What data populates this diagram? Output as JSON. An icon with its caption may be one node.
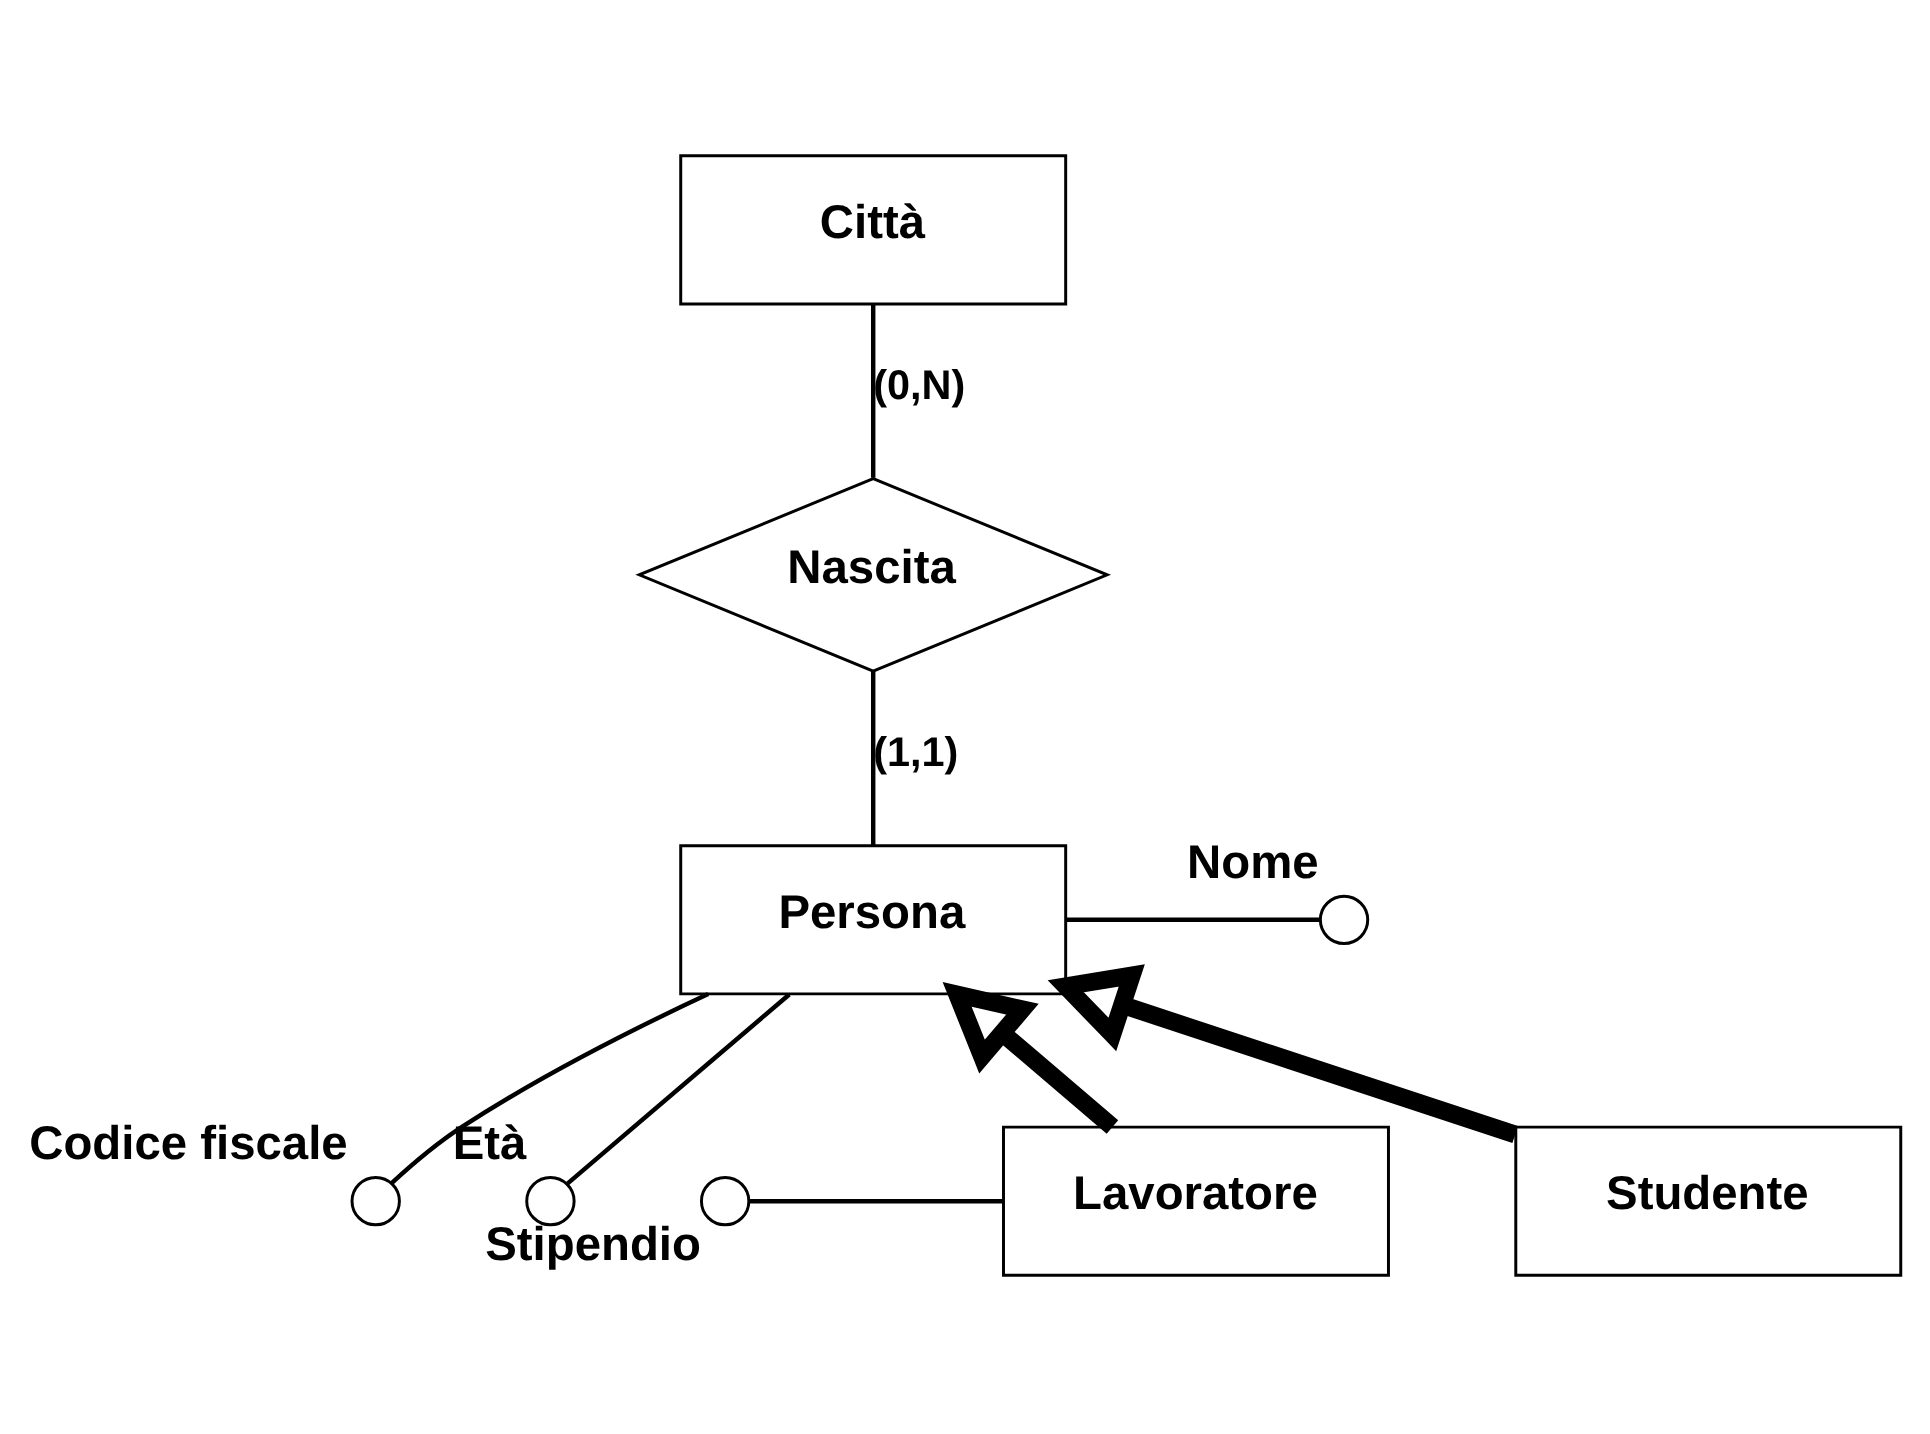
{
  "diagram": {
    "nodes": [
      {
        "text": [
          "Città"
        ]
      },
      {
        "text": [
          "Nascita"
        ]
      },
      {
        "text": [
          "Persona"
        ]
      },
      {
        "text": [],
        "shape": "circle",
        "beside": [
          "Codice fiscale"
        ]
      },
      {
        "text": [],
        "shape": "circle",
        "beside": [
          "Nome"
        ]
      },
      {
        "text": [],
        "shape": "circle",
        "beside": [
          "Età"
        ]
      },
      {
        "text": [
          "Lavoratore"
        ]
      },
      {
        "text": [
          "Studente"
        ]
      },
      {
        "text": [],
        "shape": "circle",
        "beside": [
          "Stipendio"
        ]
      }
    ],
    "edges": [
      {
        "from": 0,
        "to": 1,
        "arrow": "none",
        "label": "(0,N)"
      },
      {
        "from": 1,
        "to": 2,
        "arrow": "none",
        "label": "(1,1)"
      },
      {
        "from": 2,
        "to": 3,
        "arrow": "none"
      },
      {
        "from": 2,
        "to": 4,
        "arrow": "none"
      },
      {
        "from": 2,
        "to": 5,
        "arrow": "none"
      },
      {
        "from": 6,
        "to": 2,
        "arrow": "to",
        "style": "thick"
      },
      {
        "from": 7,
        "to": 2,
        "arrow": "to",
        "style": "thick"
      },
      {
        "from": 8,
        "to": 6,
        "arrow": "none"
      }
    ]
  }
}
